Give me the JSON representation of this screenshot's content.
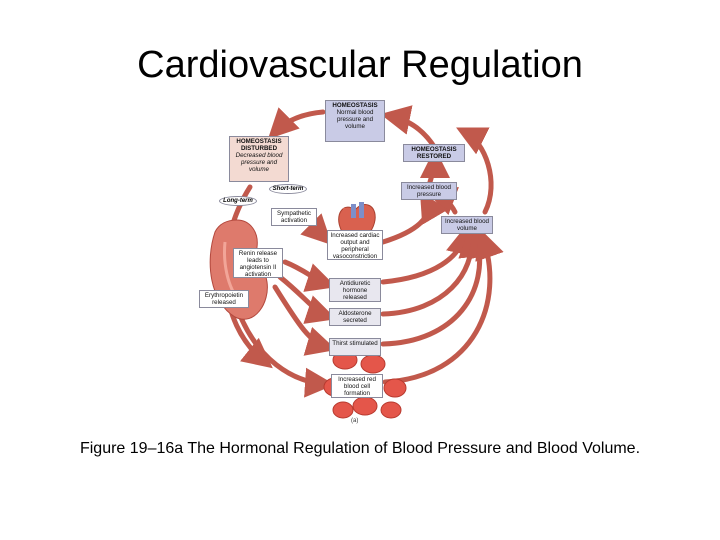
{
  "slide": {
    "title": "Cardiovascular Regulation",
    "caption": "Figure 19–16a The Hormonal Regulation of Blood Pressure and Blood Volume."
  },
  "diagram": {
    "homeostasis": {
      "heading": "HOMEOSTASIS",
      "body": "Normal blood pressure and volume"
    },
    "disturbed": {
      "heading": "HOMEOSTASIS DISTURBED",
      "body": "Decreased blood pressure and volume"
    },
    "restored": {
      "heading": "HOMEOSTASIS RESTORED"
    },
    "increased_bp": "Increased blood pressure",
    "increased_bv": "Increased blood volume",
    "short_term": "Short-term",
    "long_term": "Long-term",
    "sympathetic": "Sympathetic activation",
    "cardiac": "Increased cardiac output and peripheral vasoconstriction",
    "renin": "Renin release leads to angiotensin II activation",
    "epo": "Erythropoietin released",
    "adh": "Antidiuretic hormone released",
    "aldosterone": "Aldosterone secreted",
    "thirst": "Thirst stimulated",
    "rbc": "Increased red blood cell formation",
    "panel_label": "(a)"
  },
  "colors": {
    "arrow": "#c1594c",
    "box_blue": "#c9cbe6",
    "box_pink": "#f3dad2",
    "kidney": "#de7a6c",
    "rbc": "#e4564a"
  }
}
